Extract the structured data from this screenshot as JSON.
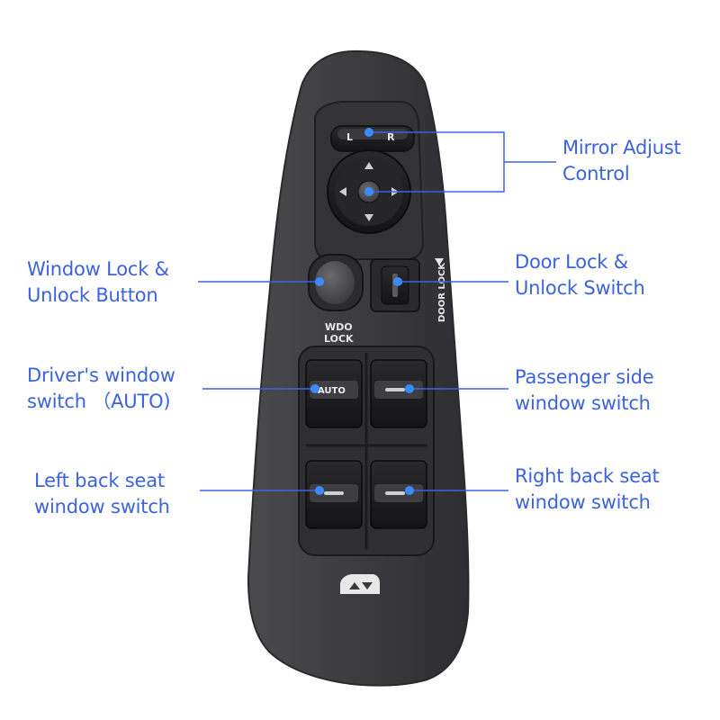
{
  "product": {
    "mirror_l": "L",
    "mirror_r": "R",
    "wdo_lock_line1": "WDO",
    "wdo_lock_line2": "LOCK",
    "door_lock": "DOOR LOCK",
    "auto": "AUTO"
  },
  "callouts": {
    "mirror": {
      "line1": "Mirror Adjust",
      "line2": "Control"
    },
    "window_lock": {
      "line1": "Window Lock &",
      "line2": "Unlock Button"
    },
    "door_lock": {
      "line1": "Door Lock &",
      "line2": "Unlock Switch"
    },
    "driver": {
      "line1": "Driver's window",
      "line2": "switch （AUTO)"
    },
    "passenger": {
      "line1": "Passenger side",
      "line2": "window switch"
    },
    "left_back": {
      "line1": "Left back seat",
      "line2": "window switch"
    },
    "right_back": {
      "line1": "Right back seat",
      "line2": "window switch"
    }
  },
  "colors": {
    "accent": "#3b63e0",
    "panel": "#3a3a3c",
    "switch": "#1c1c1e"
  }
}
